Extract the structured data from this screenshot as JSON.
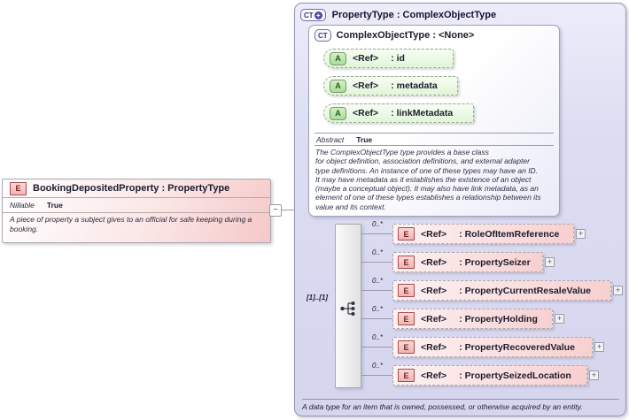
{
  "element_box": {
    "icon": "E",
    "title": "BookingDepositedProperty : PropertyType",
    "facet_label": "Nillable",
    "facet_value": "True",
    "description": "A piece of property a subject gives to an official for safe keeping during a\nbooking."
  },
  "connector": {
    "collapse_glyph": "−",
    "cardinality_label": "[1]..[1]"
  },
  "type_box": {
    "icon": "CT",
    "icon_plus": "+",
    "title": "PropertyType : ComplexObjectType",
    "annotation": "A data type for an item that is owned, possessed, or otherwise acquired by an entity.",
    "base_type_box": {
      "icon": "CT",
      "title": "ComplexObjectType : <None>",
      "attributes": [
        {
          "icon": "A",
          "ref": "<Ref>",
          "name": ": id"
        },
        {
          "icon": "A",
          "ref": "<Ref>",
          "name": ": metadata"
        },
        {
          "icon": "A",
          "ref": "<Ref>",
          "name": ": linkMetadata"
        }
      ],
      "facet_label": "Abstract",
      "facet_value": "True",
      "description": "The ComplexObjectType type provides a base class\nfor object definition, association definitions, and external adapter\ntype definitions. An instance of one of these types may have an ID.\nIt may have metadata as it establishes the existence of an object\n(maybe a conceptual object). It may also have link metadata, as an\nelement of one of these types establishes a relationship between its\nvalue and its context."
    },
    "sequence": {
      "elements": [
        {
          "icon": "E",
          "occurs": "0..*",
          "ref": "<Ref>",
          "name": ": RoleOfItemReference",
          "expand_glyph": "+"
        },
        {
          "icon": "E",
          "occurs": "0..*",
          "ref": "<Ref>",
          "name": ": PropertySeizer",
          "expand_glyph": "+"
        },
        {
          "icon": "E",
          "occurs": "0..*",
          "ref": "<Ref>",
          "name": ": PropertyCurrentResaleValue",
          "expand_glyph": "+"
        },
        {
          "icon": "E",
          "occurs": "0..*",
          "ref": "<Ref>",
          "name": ": PropertyHolding",
          "expand_glyph": "+"
        },
        {
          "icon": "E",
          "occurs": "0..*",
          "ref": "<Ref>",
          "name": ": PropertyRecoveredValue",
          "expand_glyph": "+"
        },
        {
          "icon": "E",
          "occurs": "0..*",
          "ref": "<Ref>",
          "name": ": PropertySeizedLocation",
          "expand_glyph": "+"
        }
      ]
    }
  }
}
